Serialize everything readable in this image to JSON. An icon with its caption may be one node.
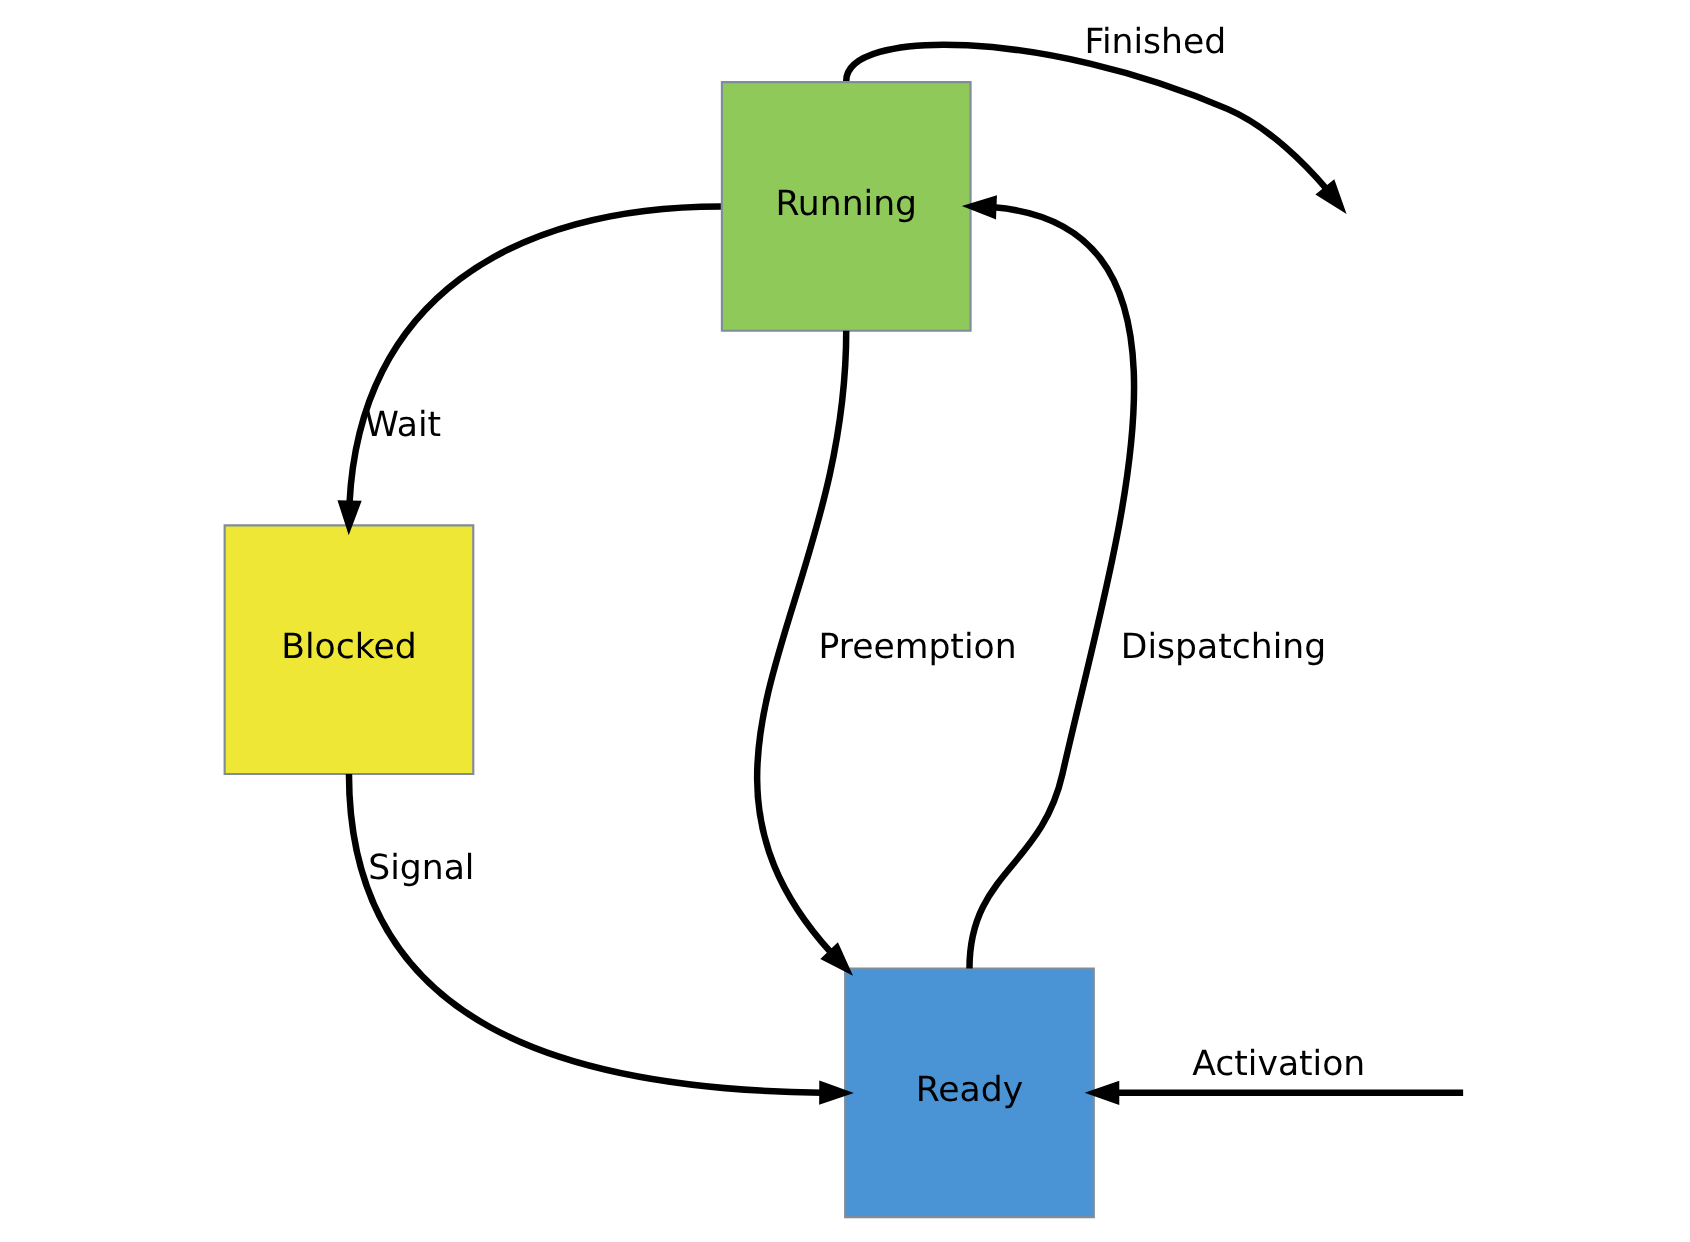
{
  "diagram": {
    "nodes": [
      {
        "text": [
          "Running"
        ]
      },
      {
        "text": [
          "Blocked"
        ]
      },
      {
        "text": [
          "Ready"
        ]
      }
    ],
    "edges": [
      {
        "from": 0,
        "to": null,
        "label": "Finished",
        "arrow": "to"
      },
      {
        "from": 0,
        "to": 1,
        "label": "Wait",
        "arrow": "to"
      },
      {
        "from": 0,
        "to": 2,
        "label": "Preemption",
        "arrow": "to"
      },
      {
        "from": 2,
        "to": 0,
        "label": "Dispatching",
        "arrow": "to"
      },
      {
        "from": null,
        "to": 2,
        "label": "Activation",
        "arrow": "to"
      },
      {
        "from": 1,
        "to": 2,
        "label": "Signal",
        "arrow": "to"
      }
    ]
  }
}
